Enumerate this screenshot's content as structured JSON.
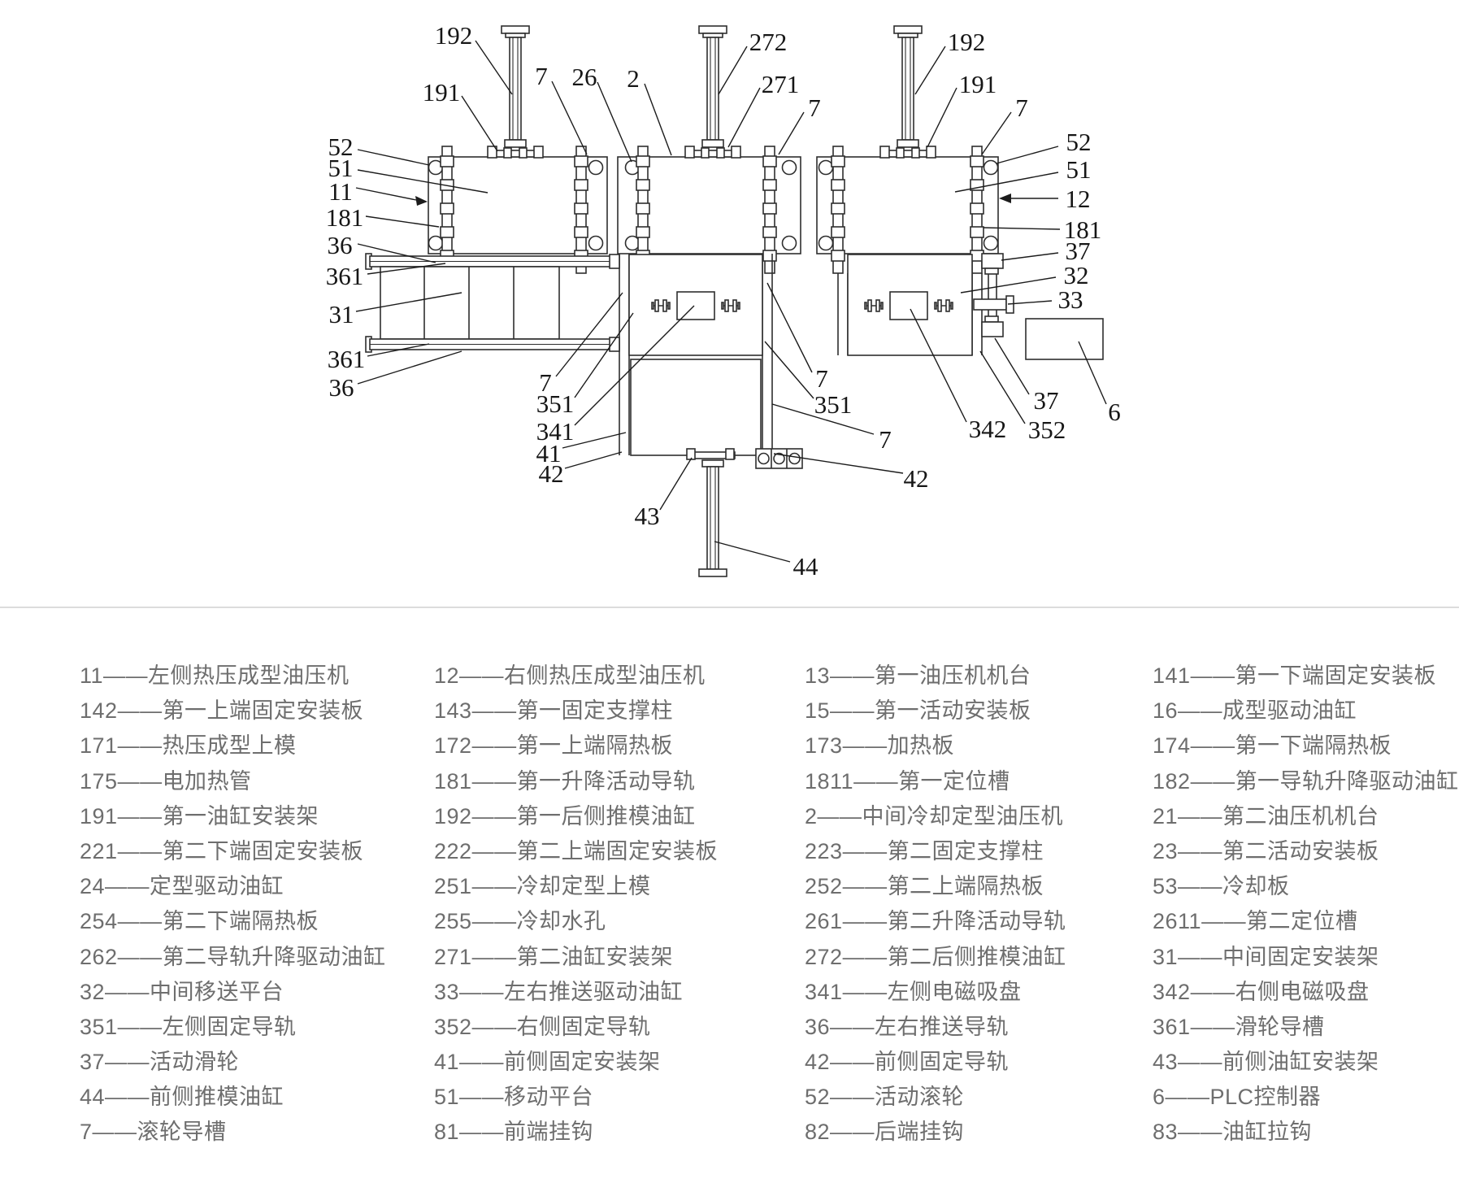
{
  "figure": {
    "callouts": [
      "192",
      "191",
      "7",
      "26",
      "2",
      "272",
      "271",
      "7",
      "192",
      "191",
      "7",
      "52",
      "51",
      "11",
      "181",
      "36",
      "361",
      "31",
      "361",
      "36",
      "52",
      "51",
      "12",
      "181",
      "37",
      "32",
      "33",
      "37",
      "342",
      "352",
      "6",
      "7",
      "351",
      "341",
      "41",
      "42",
      "43",
      "44",
      "7",
      "351",
      "7",
      "42"
    ]
  },
  "legend": {
    "separator": "——",
    "columns": [
      [
        {
          "num": "11",
          "name": "左侧热压成型油压机"
        },
        {
          "num": "142",
          "name": "第一上端固定安装板"
        },
        {
          "num": "171",
          "name": "热压成型上模"
        },
        {
          "num": "175",
          "name": "电加热管"
        },
        {
          "num": "191",
          "name": "第一油缸安装架"
        },
        {
          "num": "221",
          "name": "第二下端固定安装板"
        },
        {
          "num": "24",
          "name": "定型驱动油缸"
        },
        {
          "num": "254",
          "name": "第二下端隔热板"
        },
        {
          "num": "262",
          "name": "第二导轨升降驱动油缸"
        },
        {
          "num": "32",
          "name": "中间移送平台"
        },
        {
          "num": "351",
          "name": "左侧固定导轨"
        },
        {
          "num": "37",
          "name": "活动滑轮"
        },
        {
          "num": "44",
          "name": "前侧推模油缸"
        },
        {
          "num": "7",
          "name": "滚轮导槽"
        }
      ],
      [
        {
          "num": "12",
          "name": "右侧热压成型油压机"
        },
        {
          "num": "143",
          "name": "第一固定支撑柱"
        },
        {
          "num": "172",
          "name": "第一上端隔热板"
        },
        {
          "num": "181",
          "name": "第一升降活动导轨"
        },
        {
          "num": "192",
          "name": "第一后侧推模油缸"
        },
        {
          "num": "222",
          "name": "第二上端固定安装板"
        },
        {
          "num": "251",
          "name": "冷却定型上模"
        },
        {
          "num": "255",
          "name": "冷却水孔"
        },
        {
          "num": "271",
          "name": "第二油缸安装架"
        },
        {
          "num": "33",
          "name": "左右推送驱动油缸"
        },
        {
          "num": "352",
          "name": "右侧固定导轨"
        },
        {
          "num": "41",
          "name": "前侧固定安装架"
        },
        {
          "num": "51",
          "name": "移动平台"
        },
        {
          "num": "81",
          "name": "前端挂钩"
        }
      ],
      [
        {
          "num": "13",
          "name": "第一油压机机台"
        },
        {
          "num": "15",
          "name": "第一活动安装板"
        },
        {
          "num": "173",
          "name": "加热板"
        },
        {
          "num": "1811",
          "name": "第一定位槽"
        },
        {
          "num": "2",
          "name": "中间冷却定型油压机"
        },
        {
          "num": "223",
          "name": "第二固定支撑柱"
        },
        {
          "num": "252",
          "name": "第二上端隔热板"
        },
        {
          "num": "261",
          "name": "第二升降活动导轨"
        },
        {
          "num": "272",
          "name": "第二后侧推模油缸"
        },
        {
          "num": "341",
          "name": "左侧电磁吸盘"
        },
        {
          "num": "36",
          "name": "左右推送导轨"
        },
        {
          "num": "42",
          "name": "前侧固定导轨"
        },
        {
          "num": "52",
          "name": "活动滚轮"
        },
        {
          "num": "82",
          "name": "后端挂钩"
        }
      ],
      [
        {
          "num": "141",
          "name": "第一下端固定安装板"
        },
        {
          "num": "16",
          "name": "成型驱动油缸"
        },
        {
          "num": "174",
          "name": "第一下端隔热板"
        },
        {
          "num": "182",
          "name": "第一导轨升降驱动油缸"
        },
        {
          "num": "21",
          "name": "第二油压机机台"
        },
        {
          "num": "23",
          "name": "第二活动安装板"
        },
        {
          "num": "53",
          "name": "冷却板"
        },
        {
          "num": "2611",
          "name": "第二定位槽"
        },
        {
          "num": "31",
          "name": "中间固定安装架"
        },
        {
          "num": "342",
          "name": "右侧电磁吸盘"
        },
        {
          "num": "361",
          "name": "滑轮导槽"
        },
        {
          "num": "43",
          "name": "前侧油缸安装架"
        },
        {
          "num": "6",
          "name": "PLC控制器"
        },
        {
          "num": "83",
          "name": "油缸拉钩"
        }
      ]
    ]
  }
}
